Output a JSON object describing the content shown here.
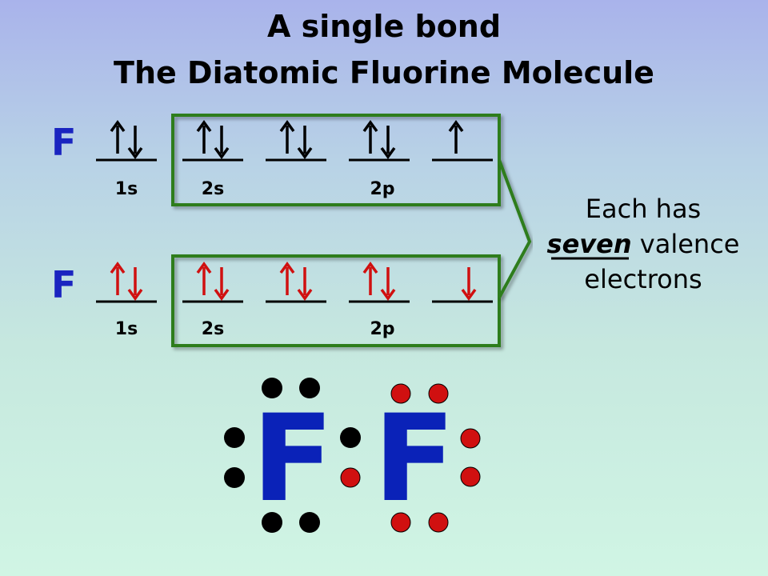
{
  "title": {
    "line1": "A single bond",
    "line2": "The Diatomic Fluorine Molecule"
  },
  "atoms": [
    {
      "symbol": "F",
      "arrow_color": "#000000",
      "orbitals": [
        {
          "label": "1s",
          "electrons": [
            "up",
            "down"
          ]
        },
        {
          "label": "2s",
          "electrons": [
            "up",
            "down"
          ]
        },
        {
          "label": "",
          "electrons": [
            "up",
            "down"
          ]
        },
        {
          "label": "2p",
          "electrons": [
            "up",
            "down"
          ]
        },
        {
          "label": "",
          "electrons": [
            "up"
          ]
        }
      ]
    },
    {
      "symbol": "F",
      "arrow_color": "#d01010",
      "orbitals": [
        {
          "label": "1s",
          "electrons": [
            "up",
            "down"
          ]
        },
        {
          "label": "2s",
          "electrons": [
            "up",
            "down"
          ]
        },
        {
          "label": "",
          "electrons": [
            "up",
            "down"
          ]
        },
        {
          "label": "2p",
          "electrons": [
            "up",
            "down"
          ]
        },
        {
          "label": "",
          "electrons": [
            "down"
          ]
        }
      ]
    }
  ],
  "note": {
    "line1": "Each has",
    "emphasis": "seven",
    "line2_rest": " valence",
    "line3": "electrons"
  },
  "lewis": {
    "left_symbol": "F",
    "right_symbol": "F",
    "left_dot_color": "#000000",
    "right_dot_color": "#d01010"
  },
  "colors": {
    "valence_box": "#2e7d1e",
    "atom_letter": "#1a24c0",
    "lewis_letter": "#0a22b8"
  }
}
